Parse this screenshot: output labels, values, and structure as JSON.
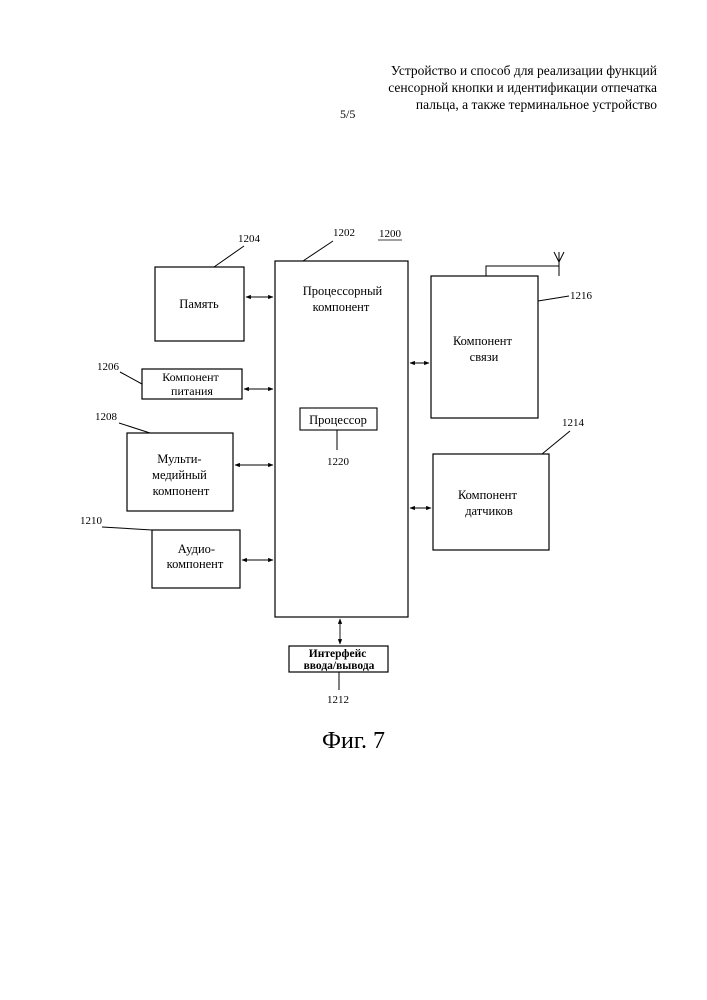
{
  "header": {
    "title_lines": [
      "Устройство и способ для реализации функций",
      "сенсорной кнопки и идентификации отпечатка",
      "пальца, а также терминальное устройство"
    ],
    "page_number": "5/5"
  },
  "figure": {
    "caption": "Фиг. 7",
    "device_ref": "1200",
    "blocks": {
      "memory": {
        "ref": "1204",
        "lines": [
          "Память"
        ]
      },
      "power": {
        "ref": "1206",
        "lines": [
          "Компонент",
          "питания"
        ]
      },
      "multimedia": {
        "ref": "1208",
        "lines": [
          "Мульти-",
          "медийный",
          "компонент"
        ]
      },
      "audio": {
        "ref": "1210",
        "lines": [
          "Аудио-",
          "компонент"
        ]
      },
      "processing": {
        "ref": "1202",
        "lines": [
          "Процессорный",
          "компонент"
        ]
      },
      "processor": {
        "ref": "1220",
        "lines": [
          "Процессор"
        ]
      },
      "io": {
        "ref": "1212",
        "lines": [
          "Интерфейс",
          "ввода/вывода"
        ]
      },
      "communication": {
        "ref": "1216",
        "lines": [
          "Компонент",
          "связи"
        ]
      },
      "sensor": {
        "ref": "1214",
        "lines": [
          "Компонент",
          "датчиков"
        ]
      }
    }
  }
}
